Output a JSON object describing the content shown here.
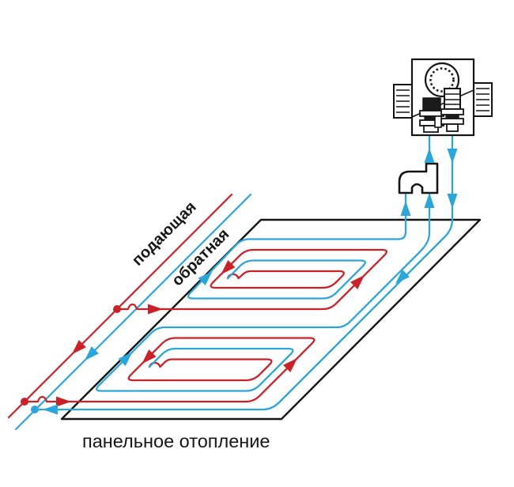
{
  "labels": {
    "supply": "подающая",
    "return": "обратная",
    "panel": "панельное отопление"
  },
  "legend": {
    "supply_color_meaning": "supply (hot) pipe",
    "return_color_meaning": "return (cooled) pipe"
  },
  "colors": {
    "supply": "#c92127",
    "return": "#2ba6da",
    "outline": "#151515",
    "background": "#ffffff"
  },
  "icons": {
    "mixing_unit": "thermostatic-mixing-unit-icon",
    "faucet": "drain-faucet-icon",
    "junction_dot": "pipe-junction-dot",
    "crossover": "pipe-crossover-bump"
  }
}
